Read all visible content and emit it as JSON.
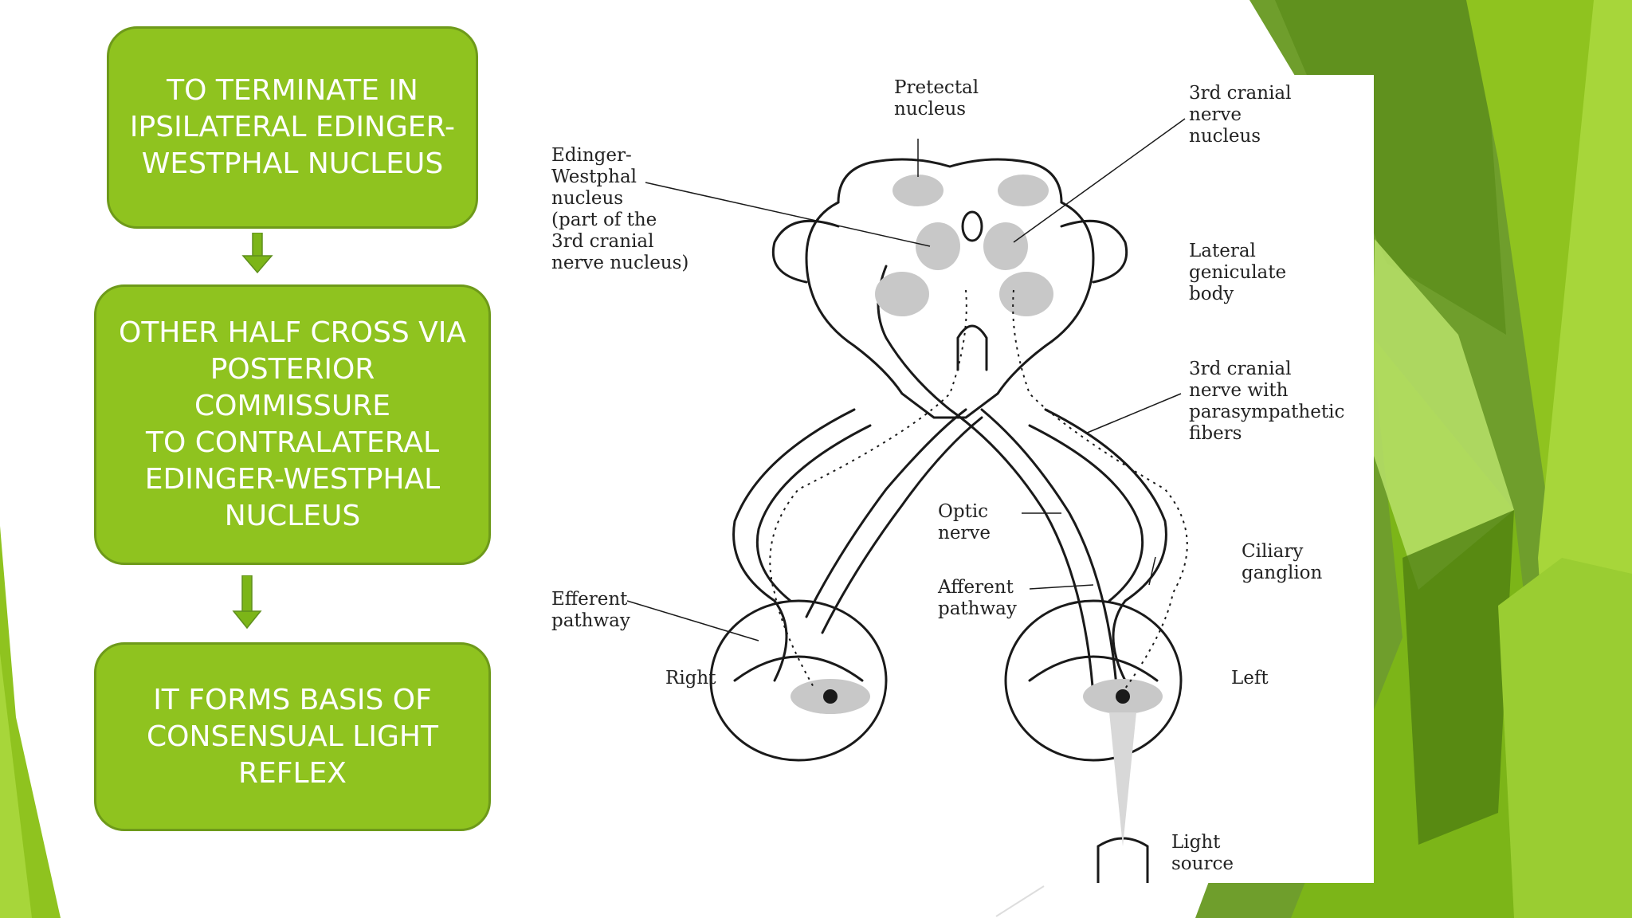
{
  "colors": {
    "box_fill": "#8fc31f",
    "box_border": "#6e9a1a",
    "box_text": "#ffffff",
    "arrow": "#7cb518",
    "bg_green_light": "#a7d63a",
    "bg_green_dark": "#5e8f1d",
    "diagram_line": "#1a1a1a",
    "nucleus_gray": "#c8c8c8"
  },
  "flow": {
    "box1": "TO TERMINATE IN\nIPSILATERAL EDINGER-\nWESTPHAL NUCLEUS",
    "box2": "OTHER HALF CROSS VIA\nPOSTERIOR COMMISSURE\nTO CONTRALATERAL\nEDINGER-WESTPHAL\nNUCLEUS",
    "box3": "IT FORMS BASIS OF\nCONSENSUAL LIGHT\nREFLEX",
    "arrow_icon": "down-arrow-icon"
  },
  "figure": {
    "labels": {
      "pretectal": "Pretectal\nnucleus",
      "third_nerve_nucleus": "3rd cranial\nnerve\nnucleus",
      "edinger": "Edinger-\nWestphal\nnucleus\n(part of the\n3rd cranial\nnerve nucleus)",
      "lateral_geniculate": "Lateral\ngeniculate\nbody",
      "third_nerve_fibers": "3rd cranial\nnerve with\nparasympathetic\nfibers",
      "optic_nerve": "Optic\nnerve",
      "ciliary_ganglion": "Ciliary\nganglion",
      "afferent": "Afferent\npathway",
      "efferent": "Efferent\npathway",
      "right": "Right",
      "left": "Left",
      "light_source": "Light\nsource"
    }
  }
}
